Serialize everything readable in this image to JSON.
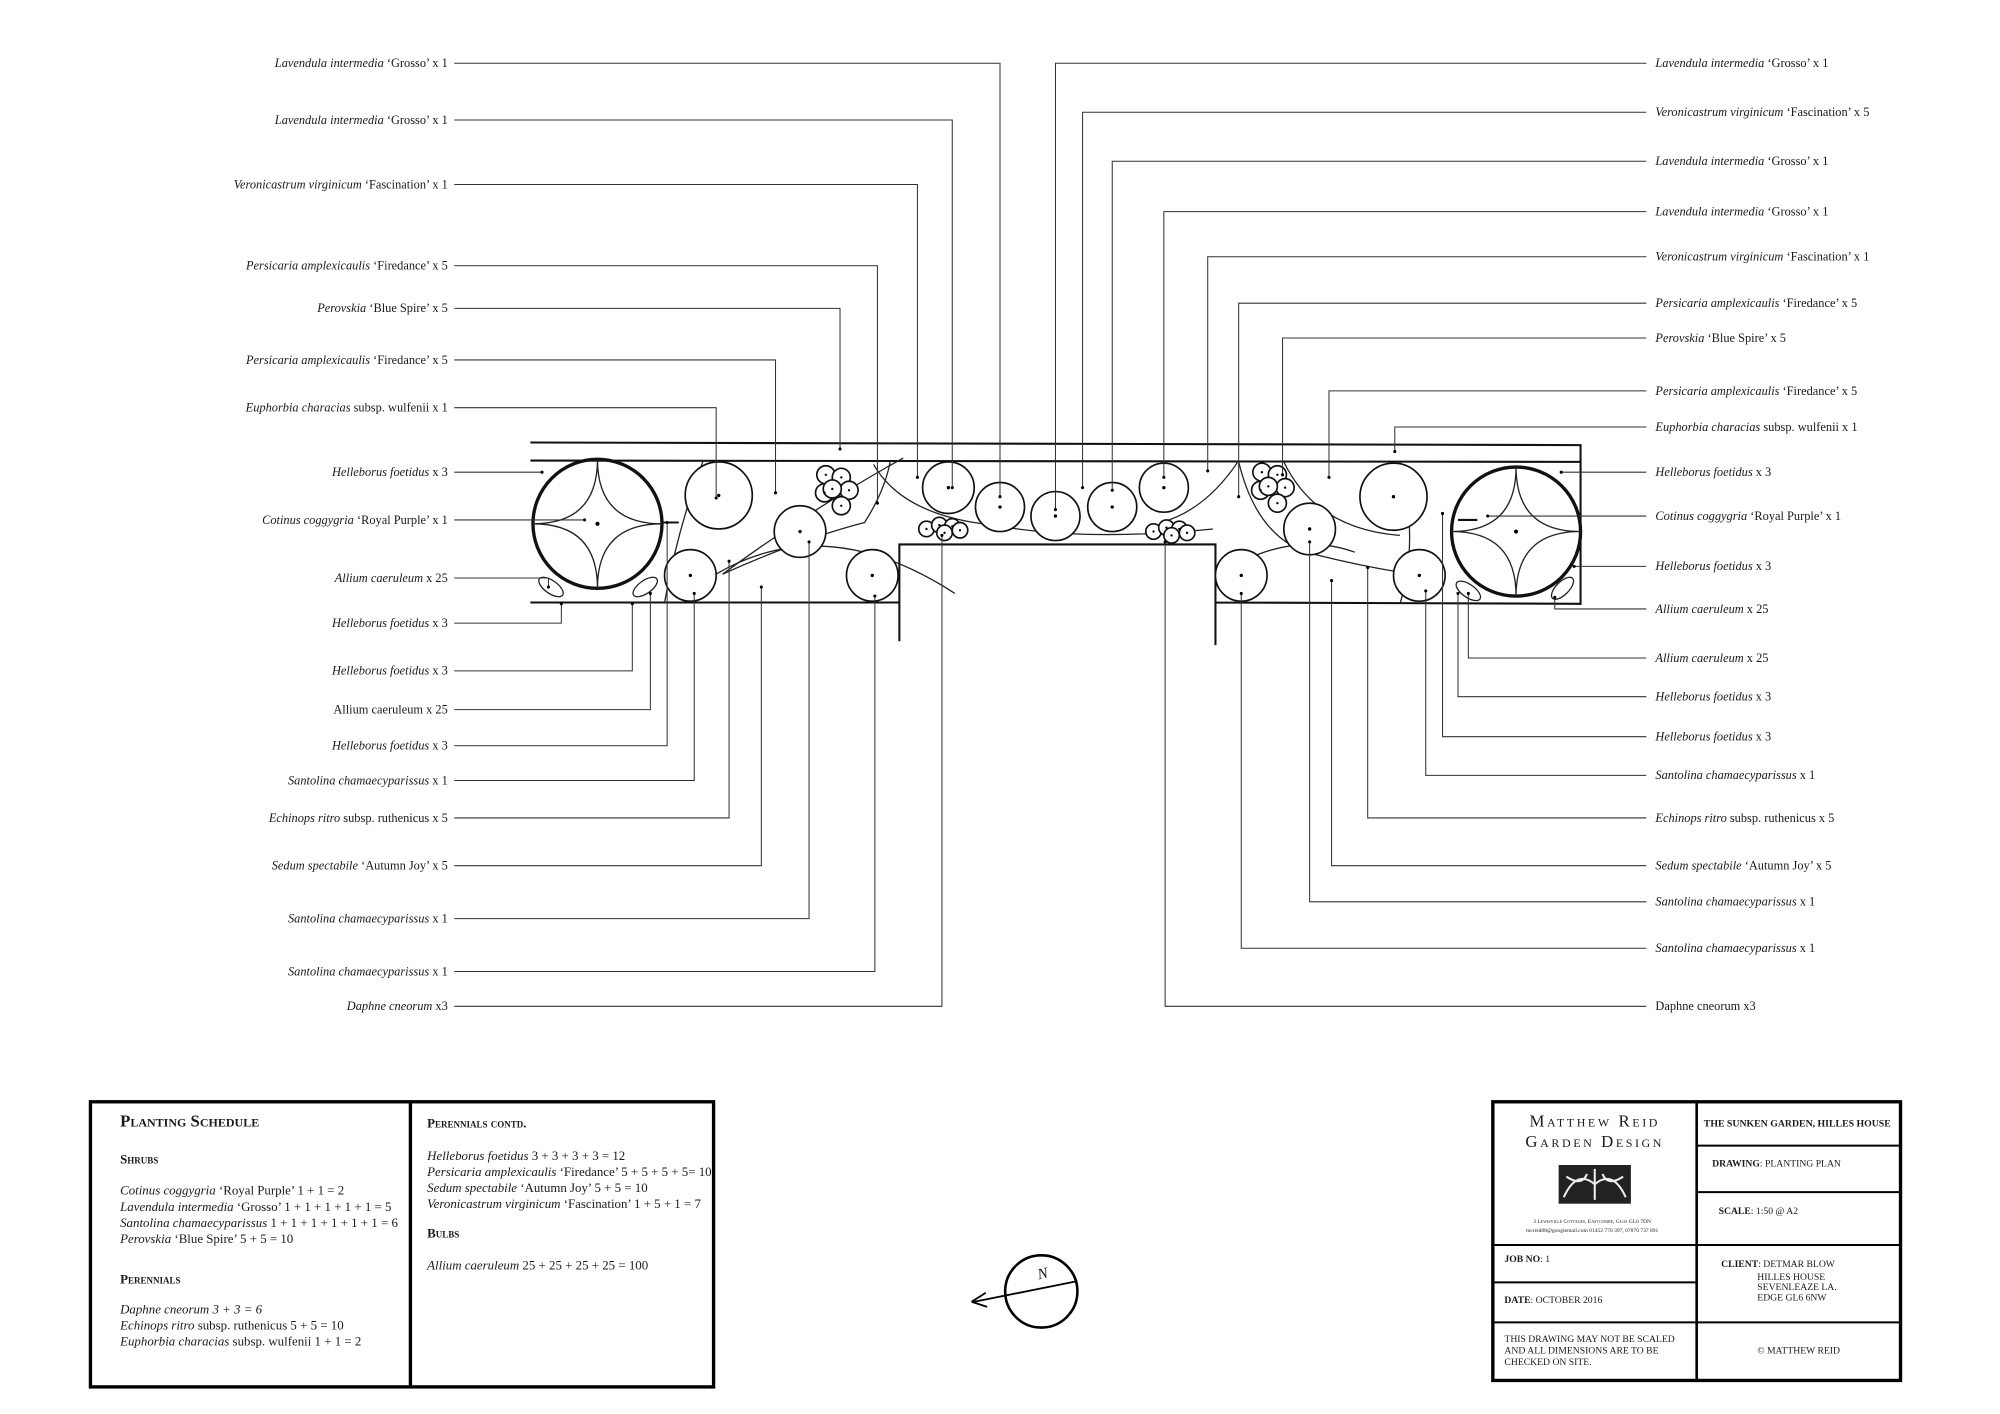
{
  "left_labels": [
    {
      "i": "Lavendula intermedia",
      "r": " ‘Grosso’ x 1"
    },
    {
      "i": "Lavendula intermedia",
      "r": " ‘Grosso’ x 1"
    },
    {
      "i": "Veronicastrum virginicum",
      "r": " ‘Fascination’ x 1"
    },
    {
      "i": "Persicaria amplexicaulis",
      "r": " ‘Firedance’ x 5"
    },
    {
      "i": "Perovskia",
      "r": "  ‘Blue Spire’  x 5"
    },
    {
      "i": "Persicaria amplexicaulis",
      "r": " ‘Firedance’ x 5"
    },
    {
      "i": "Euphorbia characias",
      "r": " subsp. wulfenii x 1"
    },
    {
      "i": "Helleborus foetidus",
      "r": " x 3"
    },
    {
      "i": "Cotinus coggygria",
      "r": " ‘Royal Purple’ x 1"
    },
    {
      "i": "Allium caeruleum",
      "r": " x 25"
    },
    {
      "i": "Helleborus foetidus",
      "r": " x 3"
    },
    {
      "i": "Helleborus foetidus",
      "r": " x 3"
    },
    {
      "i": "",
      "r": "Allium caeruleum x 25"
    },
    {
      "i": "Helleborus foetidus",
      "r": " x 3"
    },
    {
      "i": "Santolina chamaecyparissus",
      "r": " x 1"
    },
    {
      "i": "Echinops ritro",
      "r": " subsp. ruthenicus  x 5"
    },
    {
      "i": "Sedum spectabile",
      "r": " ‘Autumn Joy’ x 5"
    },
    {
      "i": "Santolina chamaecyparissus",
      "r": " x 1"
    },
    {
      "i": "Santolina chamaecyparissus",
      "r": " x 1"
    },
    {
      "i": "Daphne cneorum",
      "r": " x3"
    }
  ],
  "right_labels": [
    {
      "i": "Lavendula intermedia",
      "r": " ‘Grosso’ x 1"
    },
    {
      "i": "Veronicastrum virginicum",
      "r": " ‘Fascination’ x 5"
    },
    {
      "i": "Lavendula intermedia",
      "r": " ‘Grosso’ x 1"
    },
    {
      "i": "Lavendula intermedia",
      "r": " ‘Grosso’ x 1"
    },
    {
      "i": "Veronicastrum virginicum",
      "r": " ‘Fascination’ x 1"
    },
    {
      "i": "Persicaria amplexicaulis",
      "r": " ‘Firedance’ x 5"
    },
    {
      "i": "Perovskia",
      "r": "  ‘Blue Spire’  x 5"
    },
    {
      "i": "Persicaria amplexicaulis",
      "r": " ‘Firedance’ x 5"
    },
    {
      "i": "Euphorbia characias",
      "r": " subsp. wulfenii x 1"
    },
    {
      "i": "Helleborus foetidus",
      "r": " x 3"
    },
    {
      "i": "Cotinus coggygria",
      "r": " ‘Royal Purple’ x 1"
    },
    {
      "i": "Helleborus foetidus",
      "r": " x 3"
    },
    {
      "i": "Allium caeruleum",
      "r": " x 25"
    },
    {
      "i": "Allium caeruleum",
      "r": " x 25"
    },
    {
      "i": "Helleborus foetidus",
      "r": " x 3"
    },
    {
      "i": "Helleborus foetidus",
      "r": " x 3"
    },
    {
      "i": "Santolina chamaecyparissus",
      "r": " x 1"
    },
    {
      "i": "Echinops ritro",
      "r": " subsp. ruthenicus  x 5"
    },
    {
      "i": "Sedum spectabile",
      "r": " ‘Autumn Joy’ x 5"
    },
    {
      "i": "Santolina chamaecyparissus",
      "r": " x 1"
    },
    {
      "i": "Santolina chamaecyparissus",
      "r": " x 1"
    },
    {
      "i": "",
      "r": "Daphne cneorum x3"
    }
  ],
  "north": "N",
  "schedule": {
    "title": "Planting Schedule",
    "shrubs_heading": "Shrubs",
    "shrubs": [
      {
        "i": "Cotinus coggygria",
        "r": " ‘Royal Purple’ 1 + 1 = 2"
      },
      {
        "i": "Lavendula intermedia",
        "r": " ‘Grosso’ 1 + 1 + 1 + 1 + 1 = 5"
      },
      {
        "i": "Santolina chamaecyparissus",
        "r": " 1 + 1 + 1 + 1 + 1 + 1 = 6"
      },
      {
        "i": "Perovskia",
        "r": " ‘Blue Spire’ 5 + 5 = 10"
      }
    ],
    "perennials_heading": "Perennials",
    "perennials": [
      {
        "i": "Daphne cneorum  3 + 3 = 6",
        "r": ""
      },
      {
        "i": "Echinops ritro",
        "r": " subsp. ruthenicus 5 + 5 = 10"
      },
      {
        "i": "Euphorbia characias",
        "r": " subsp. wulfenii 1 + 1 = 2"
      }
    ],
    "perennials_contd_heading": "Perennials contd.",
    "perennials_contd": [
      {
        "i": "Helleborus foetidus",
        "r": " 3 + 3 + 3 + 3 = 12"
      },
      {
        "i": "Persicaria amplexicaulis",
        "r": " ‘Firedance’ 5 + 5 + 5 + 5= 10"
      },
      {
        "i": "Sedum spectabile",
        "r": " ‘Autumn Joy’ 5 + 5 = 10"
      },
      {
        "i": "Veronicastrum virginicum",
        "r": " ‘Fascination’ 1 + 5 + 1 = 7"
      }
    ],
    "bulbs_heading": "Bulbs",
    "bulbs": [
      {
        "i": "Allium caeruleum",
        "r": " 25 + 25 + 25 + 25 = 100"
      }
    ]
  },
  "title_block": {
    "company_line1": "Matthew Reid",
    "company_line2": "Garden Design",
    "address": "3 Lewisville Cottages, Eastcombe, Glos GL6 7DN",
    "contact": "mcreid88@googlemail.com 01452 770 397, 07870 737 891",
    "project": "THE SUNKEN GARDEN, HILLES HOUSE",
    "drawing_label": "DRAWING",
    "drawing_value": ": PLANTING PLAN",
    "scale_label": "SCALE",
    "scale_value": ": 1:50 @ A2",
    "job_label": "JOB NO",
    "job_value": ": 1",
    "date_label": "DATE",
    "date_value": ": OCTOBER 2016",
    "client_label": "CLIENT",
    "client_lines": [
      ": DETMAR BLOW",
      "HILLES HOUSE",
      "SEVENLEAZE LA.",
      "EDGE GL6 6NW"
    ],
    "note_lines": [
      "THIS DRAWING MAY NOT BE SCALED",
      "AND ALL DIMENSIONS ARE TO BE",
      "CHECKED ON SITE."
    ],
    "copyright": "© MATTHEW REID"
  }
}
